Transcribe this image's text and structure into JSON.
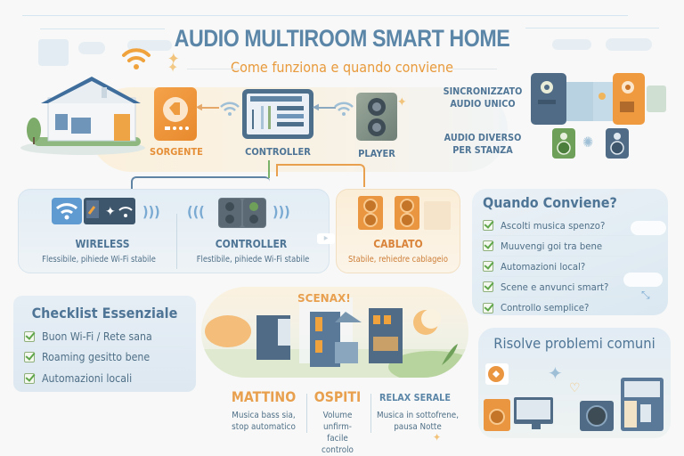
{
  "header": {
    "title": "AUDIO MULTIROOM SMART HOME",
    "subtitle": "Come funziona e quando conviene"
  },
  "flow": {
    "nodes": [
      {
        "label": "SORGENTE",
        "icon": "source-device-icon",
        "color": "#e58f38"
      },
      {
        "label": "CONTROLLER",
        "icon": "tablet-controller-icon",
        "color": "#4f7596"
      },
      {
        "label": "PLAYER",
        "icon": "speaker-player-icon",
        "color": "#4f7596"
      }
    ]
  },
  "modes_right": {
    "sync_label_line1": "SINCRONIZZATO",
    "sync_label_line2": "AUDIO UNICO",
    "diff_label_line1": "AUDIO DIVERSO",
    "diff_label_line2": "PER STANZA"
  },
  "connections": [
    {
      "title": "WIRELESS",
      "desc": "Flessibile, pihiede Wi-Fi stabile",
      "color": "#4f7596"
    },
    {
      "title": "CONTROLLER",
      "desc": "Flestibile, pihiede Wi-Fi stabile",
      "color": "#4f7596"
    },
    {
      "title": "CABLATO",
      "desc": "Stabile, rehiedre cablageio",
      "color": "#d9843a"
    }
  ],
  "when": {
    "title": "Quando Conviene?",
    "items": [
      "Ascolti musica spenzo?",
      "Muuvengi goi tra bene",
      "Automazioni local?",
      "Scene e anvunci smart?",
      "Controllo semplice?"
    ]
  },
  "checklist": {
    "title": "Checklist Essenziale",
    "items": [
      "Buon Wi-Fi / Rete sana",
      "Roaming gesitto bene",
      "Automazioni locali"
    ]
  },
  "scenes": {
    "label": "SCENAX!",
    "items": [
      {
        "title": "MATTINO",
        "line1": "Musica bass sia,",
        "line2": "stop automatico",
        "color": "#e8a04f"
      },
      {
        "title": "OSPITI",
        "line1": "Volume unfirm-",
        "line2": "facile controlo",
        "color": "#e8a04f"
      },
      {
        "title": "RELAX SERALE",
        "line1": "Musica in sottofrene,",
        "line2": "pausa Notte",
        "color": "#5b86a8"
      }
    ]
  },
  "problems": {
    "title": "Risolve problemi comuni"
  },
  "colors": {
    "title_blue": "#5b86a8",
    "accent_orange": "#e89a3c",
    "text_blue": "#4f7596",
    "check_green": "#5fa64a",
    "panel_bg": "#e7eff5"
  }
}
